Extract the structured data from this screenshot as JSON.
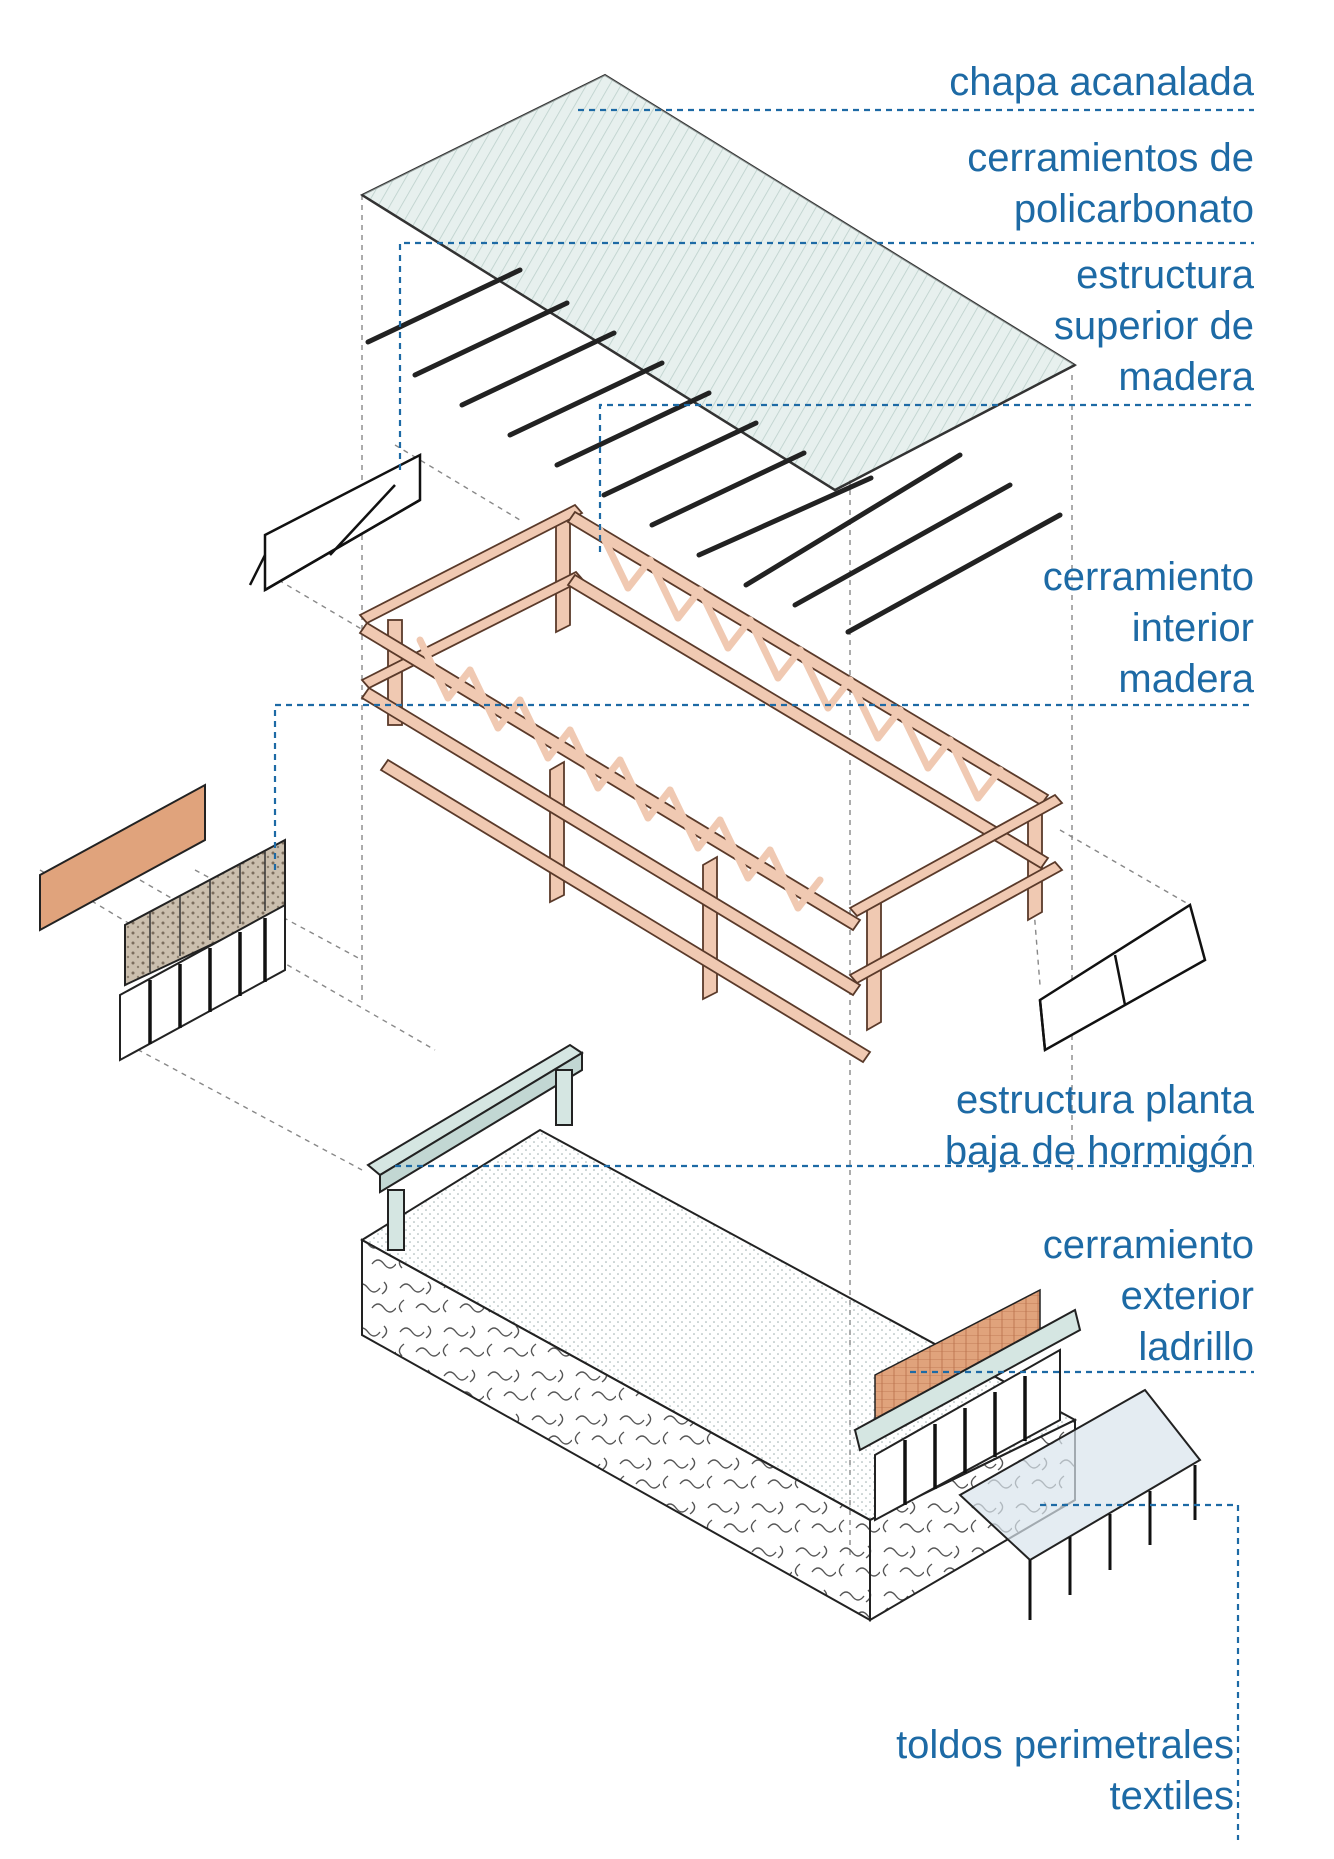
{
  "colors": {
    "label": "#1d6aa5",
    "roof": "#d3e4e0",
    "timber": "#f0c9b2",
    "brick": "#e0a37c",
    "concrete_beam": "#d5e6e2",
    "awning": "#d9e4ec"
  },
  "labels": {
    "chapa": "chapa acanalada",
    "policarbonato_1": "cerramientos de",
    "policarbonato_2": "policarbonato",
    "estructura_sup_1": "estructura",
    "estructura_sup_2": "superior de",
    "estructura_sup_3": "madera",
    "cerr_int_1": "cerramiento",
    "cerr_int_2": "interior",
    "cerr_int_3": "madera",
    "estr_pb_1": "estructura planta",
    "estr_pb_2": "baja de hormigón",
    "cerr_ext_1": "cerramiento",
    "cerr_ext_2": "exterior",
    "cerr_ext_3": "ladrillo",
    "toldos_1": "toldos perimetrales",
    "toldos_2": "textiles"
  }
}
